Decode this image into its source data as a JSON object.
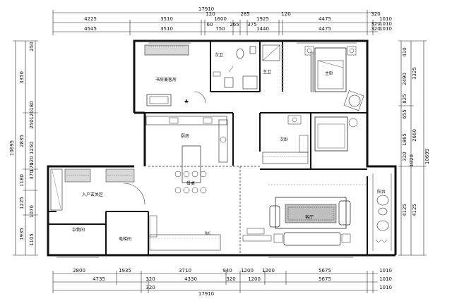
{
  "top_dims": {
    "overall": "17910",
    "row1": [
      "4225",
      "3510",
      "120",
      "1600",
      "285",
      "1925",
      "120",
      "4475",
      "320"
    ],
    "row1_extra": [
      "1010"
    ],
    "row2": [
      "60",
      "265",
      "375"
    ],
    "row2_extra": [
      "320",
      "1010"
    ],
    "row3": [
      "4545",
      "3510",
      "750",
      "1440",
      "4475"
    ],
    "row3_extra": [
      "320",
      "1010"
    ]
  },
  "bottom_dims": {
    "row1": [
      "2800",
      "1935",
      "3710",
      "940",
      "1200",
      "1200",
      "5675"
    ],
    "row1_extra": [
      "1010"
    ],
    "row2": [
      "4735",
      "320",
      "4330",
      "320",
      "1200",
      "5675"
    ],
    "row2_extra": [
      "1010"
    ],
    "overall": "17910",
    "overall_extra": [
      "320"
    ],
    "overall_right": [
      "1010"
    ]
  },
  "left_dims": {
    "outer": [
      "10695"
    ],
    "mid": [
      "3350",
      "2835",
      "1180",
      "1225",
      "1935"
    ],
    "inner": [
      "250",
      "180",
      "120",
      "250",
      "1250",
      "120",
      "170",
      "370",
      "1070",
      "1105"
    ]
  },
  "right_dims": {
    "outer": [
      "10695"
    ],
    "mid": [
      "3325",
      "2660",
      "4125"
    ],
    "inner": [
      "410",
      "2490",
      "825",
      "655",
      "1865",
      "320",
      "1020",
      "4125"
    ]
  },
  "rooms": {
    "study": "书房兼客房",
    "wc2": "次卫",
    "wc1": "主卫",
    "master": "主卧",
    "kitchen": "厨房",
    "second_bed": "次卧",
    "dining": "餐桌",
    "entry": "入户玄关区",
    "storage": "杂物间",
    "elevator": "电梯间",
    "cabinet": "鞋柜",
    "living": "客厅",
    "balcony": "阳台"
  }
}
